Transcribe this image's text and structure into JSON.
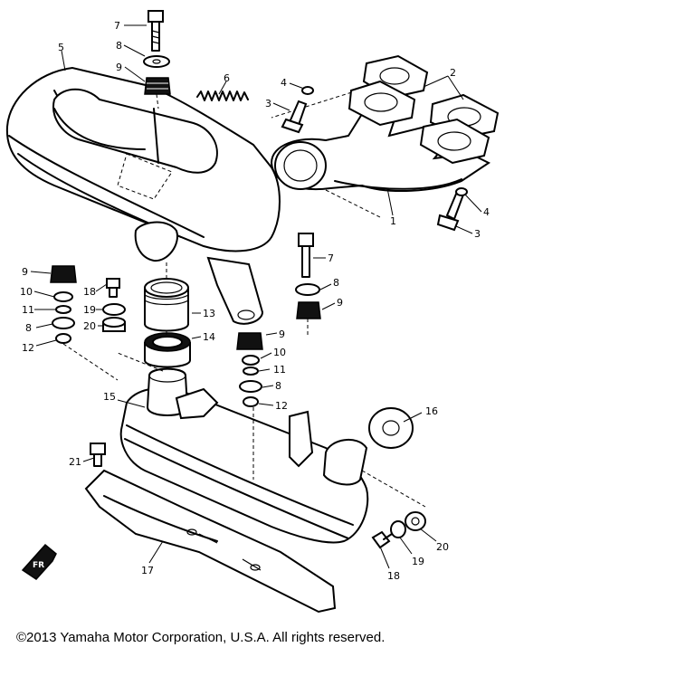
{
  "labels": {
    "p1": "1",
    "p2": "2",
    "p3a": "3",
    "p3b": "3",
    "p4a": "4",
    "p4b": "4",
    "p5": "5",
    "p6": "6",
    "p7a": "7",
    "p7b": "7",
    "p8a": "8",
    "p8b": "8",
    "p8c": "8",
    "p8d": "8",
    "p9a": "9",
    "p9b": "9",
    "p9c": "9",
    "p9d": "9",
    "p10a": "10",
    "p10b": "10",
    "p11a": "11",
    "p11b": "11",
    "p12a": "12",
    "p12b": "12",
    "p13": "13",
    "p14": "14",
    "p15": "15",
    "p16": "16",
    "p17": "17",
    "p18a": "18",
    "p18b": "18",
    "p19a": "19",
    "p19b": "19",
    "p20a": "20",
    "p20b": "20",
    "p21": "21",
    "fr": "FR"
  },
  "copyright": "©2013 Yamaha Motor Corporation, U.S.A. All rights reserved."
}
